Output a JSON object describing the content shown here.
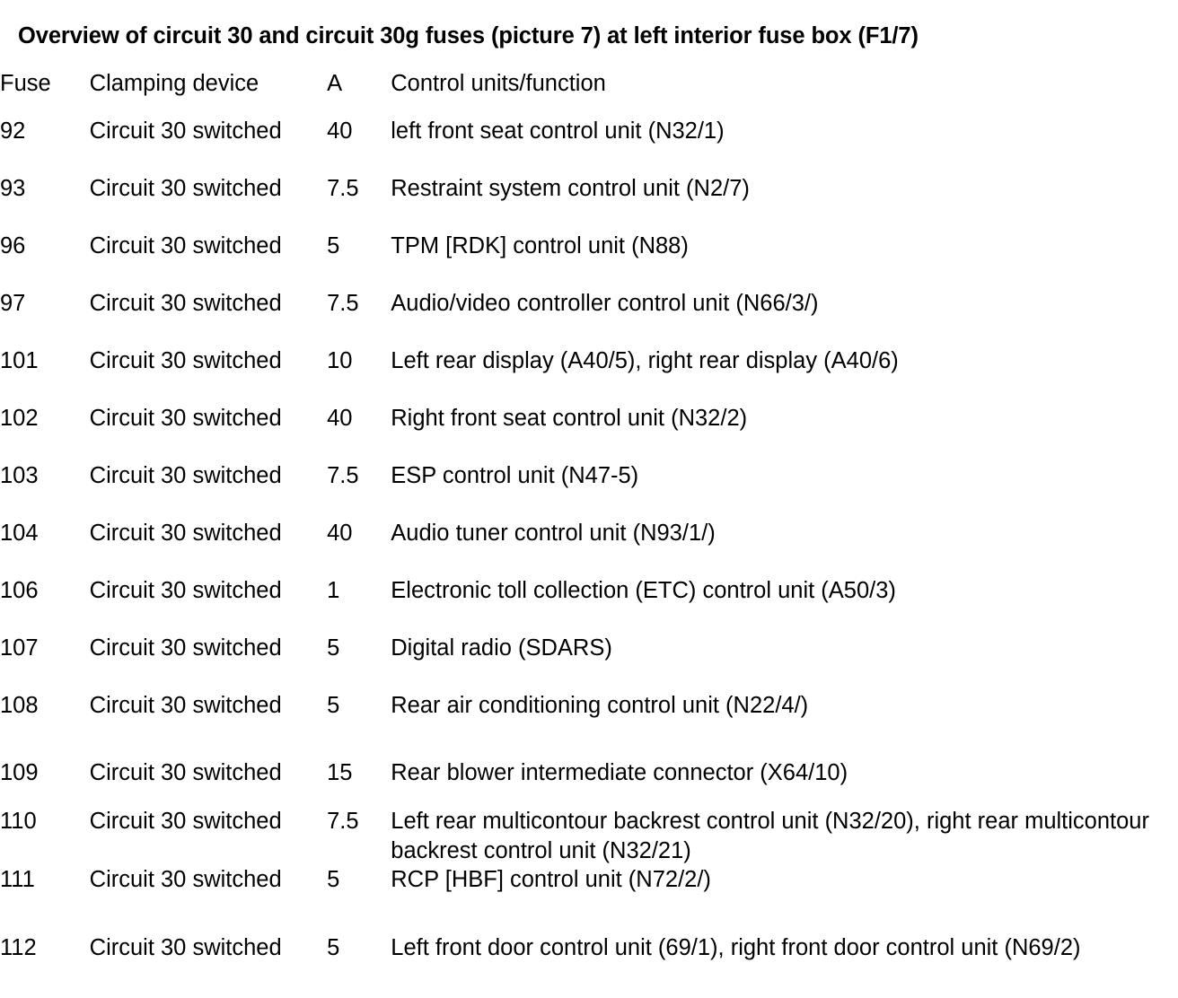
{
  "document": {
    "title": "Overview of circuit 30 and circuit 30g fuses (picture 7) at left interior fuse box (F1/7)"
  },
  "table": {
    "columns": {
      "fuse": "Fuse",
      "clamping_device": "Clamping device",
      "amperage": "A",
      "function": "Control units/function"
    },
    "rows": [
      {
        "fuse": "92",
        "clamping_device": "Circuit 30 switched",
        "amperage": "40",
        "function": "left front seat control unit (N32/1)"
      },
      {
        "fuse": "93",
        "clamping_device": "Circuit 30 switched",
        "amperage": "7.5",
        "function": "Restraint system control unit (N2/7)"
      },
      {
        "fuse": "96",
        "clamping_device": "Circuit 30 switched",
        "amperage": "5",
        "function": "TPM [RDK] control unit (N88)"
      },
      {
        "fuse": "97",
        "clamping_device": "Circuit 30 switched",
        "amperage": "7.5",
        "function": "Audio/video controller control unit (N66/3/)"
      },
      {
        "fuse": "101",
        "clamping_device": "Circuit 30 switched",
        "amperage": "10",
        "function": "Left rear display (A40/5), right rear display (A40/6)"
      },
      {
        "fuse": "102",
        "clamping_device": "Circuit 30 switched",
        "amperage": "40",
        "function": "Right front seat control unit (N32/2)"
      },
      {
        "fuse": "103",
        "clamping_device": "Circuit 30 switched",
        "amperage": "7.5",
        "function": "ESP control unit (N47-5)"
      },
      {
        "fuse": "104",
        "clamping_device": "Circuit 30 switched",
        "amperage": "40",
        "function": "Audio tuner control unit (N93/1/)"
      },
      {
        "fuse": "106",
        "clamping_device": "Circuit 30 switched",
        "amperage": "1",
        "function": "Electronic toll collection (ETC) control unit (A50/3)"
      },
      {
        "fuse": "107",
        "clamping_device": "Circuit 30 switched",
        "amperage": "5",
        "function": "Digital radio (SDARS)"
      },
      {
        "fuse": "108",
        "clamping_device": "Circuit 30 switched",
        "amperage": "5",
        "function": "Rear air conditioning control unit (N22/4/)"
      },
      {
        "fuse": "109",
        "clamping_device": "Circuit 30 switched",
        "amperage": "15",
        "function": "Rear blower intermediate connector (X64/10)"
      },
      {
        "fuse": "110",
        "clamping_device": "Circuit 30 switched",
        "amperage": "7.5",
        "function": "Left rear multicontour backrest control unit (N32/20), right rear multicontour backrest control unit (N32/21)"
      },
      {
        "fuse": "111",
        "clamping_device": "Circuit 30 switched",
        "amperage": "5",
        "function": "RCP [HBF] control unit (N72/2/)"
      },
      {
        "fuse": "112",
        "clamping_device": "Circuit 30 switched",
        "amperage": "5",
        "function": "Left front door control unit (69/1), right front door control unit (N69/2)"
      }
    ]
  }
}
